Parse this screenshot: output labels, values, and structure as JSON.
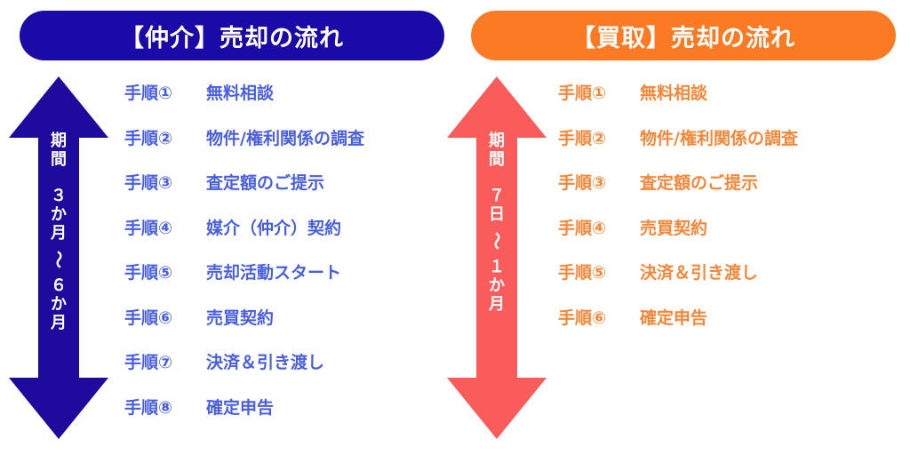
{
  "colors": {
    "chukai_header": "#1a0aa8",
    "chukai_arrow": "#1e0b9e",
    "chukai_text": "#4a5fe0",
    "kaitori_header": "#fb7a23",
    "kaitori_arrow": "#fa5c5c",
    "kaitori_text": "#f5873a"
  },
  "chukai": {
    "title": "【仲介】売却の流れ",
    "period": {
      "label": [
        "期",
        "間"
      ],
      "from": [
        "３",
        "か",
        "月"
      ],
      "tilde": "～",
      "to": [
        "６",
        "か",
        "月"
      ]
    },
    "steps": [
      {
        "num": "手順①",
        "label": "無料相談"
      },
      {
        "num": "手順②",
        "label": "物件/権利関係の調査"
      },
      {
        "num": "手順③",
        "label": "査定額のご提示"
      },
      {
        "num": "手順④",
        "label": "媒介（仲介）契約"
      },
      {
        "num": "手順⑤",
        "label": "売却活動スタート"
      },
      {
        "num": "手順⑥",
        "label": "売買契約"
      },
      {
        "num": "手順⑦",
        "label": "決済＆引き渡し"
      },
      {
        "num": "手順⑧",
        "label": "確定申告"
      }
    ]
  },
  "kaitori": {
    "title": "【買取】売却の流れ",
    "period": {
      "label": [
        "期",
        "間"
      ],
      "from": [
        "７",
        "日"
      ],
      "tilde": "～",
      "to": [
        "１",
        "か",
        "月"
      ]
    },
    "steps": [
      {
        "num": "手順①",
        "label": "無料相談"
      },
      {
        "num": "手順②",
        "label": "物件/権利関係の調査"
      },
      {
        "num": "手順③",
        "label": "査定額のご提示"
      },
      {
        "num": "手順④",
        "label": "売買契約"
      },
      {
        "num": "手順⑤",
        "label": "決済＆引き渡し"
      },
      {
        "num": "手順⑥",
        "label": "確定申告"
      }
    ]
  }
}
